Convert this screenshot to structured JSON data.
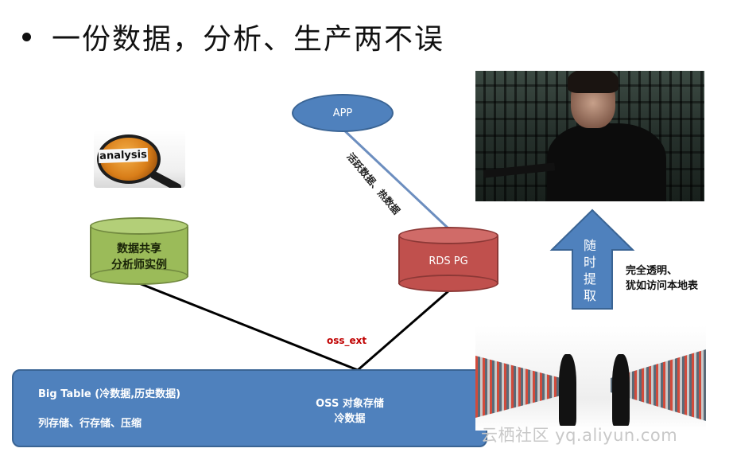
{
  "slide": {
    "title": "一份数据，分析、生产两不误"
  },
  "nodes": {
    "app": "APP",
    "analyst_db": {
      "line1": "数据共享",
      "line2": "分析师实例"
    },
    "rds": "RDS PG",
    "active_data_label": "活跃数据、热数据",
    "oss_ext": "oss_ext"
  },
  "analysis_image": {
    "word": "analysis"
  },
  "bigtable": {
    "title": "Big Table (冷数据,历史数据)",
    "subtitle": "列存储、行存储、压缩",
    "oss_line1": "OSS 对象存储",
    "oss_line2": "冷数据"
  },
  "arrow": {
    "chars": [
      "随",
      "时",
      "提",
      "取"
    ]
  },
  "side_note": {
    "line1": "完全透明、",
    "line2": "犹如访问本地表"
  },
  "watermark": "云栖社区 yq.aliyun.com",
  "colors": {
    "blue": "#4f81bd",
    "green": "#9bbb59",
    "red": "#c0504d",
    "accent_red_text": "#c00000"
  }
}
